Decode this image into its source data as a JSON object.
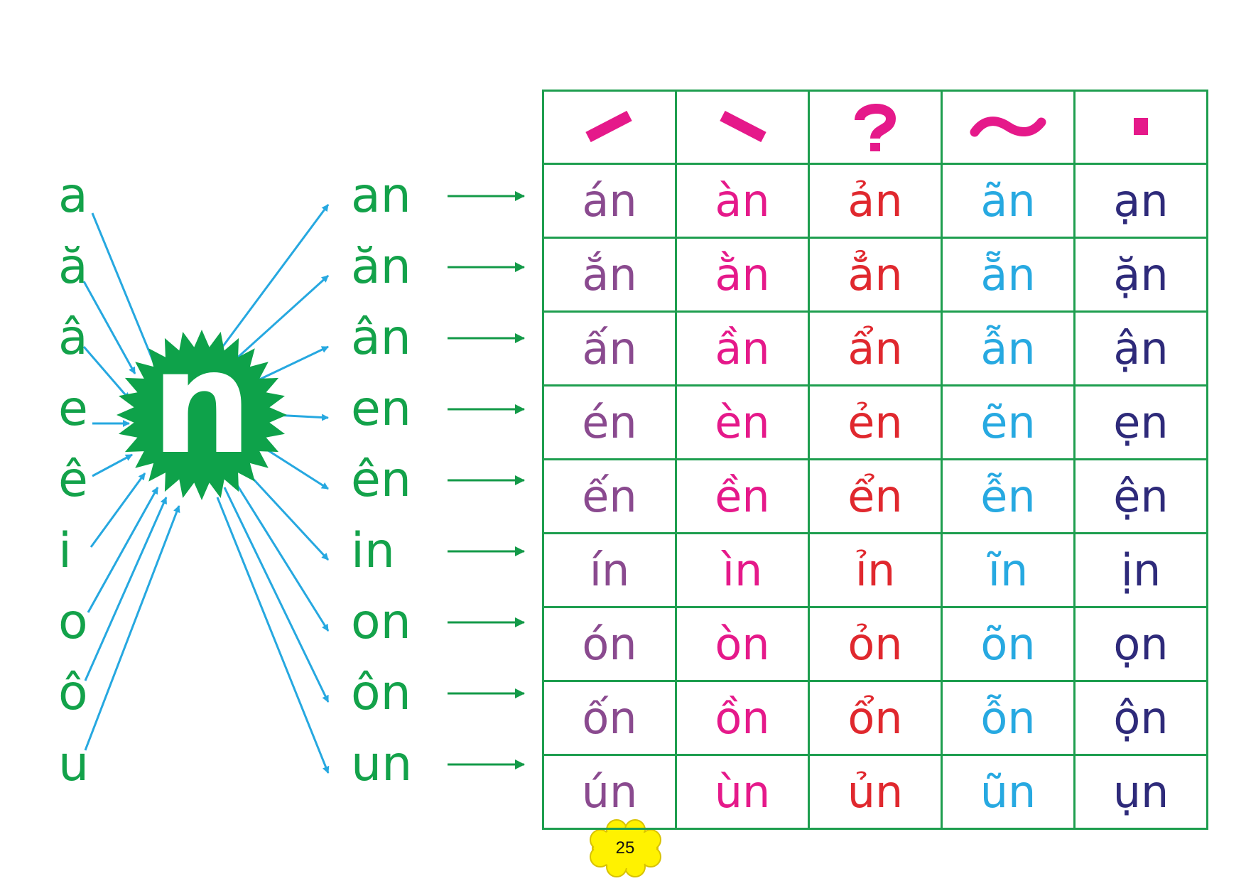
{
  "vowels": [
    "a",
    "ă",
    "â",
    "e",
    "ê",
    "i",
    "o",
    "ô",
    "u"
  ],
  "center_consonant": "n",
  "syllables": [
    "an",
    "ăn",
    "ân",
    "en",
    "ên",
    "in",
    "on",
    "ôn",
    "un"
  ],
  "tone_headers": [
    "sac-mark",
    "huyen-mark",
    "hoi-mark",
    "nga-mark",
    "nang-mark"
  ],
  "tone_colors": [
    "#8a4a8f",
    "#e5198a",
    "#e0282e",
    "#27a9e1",
    "#2e2a7a"
  ],
  "table_rows": [
    [
      "án",
      "àn",
      "ản",
      "ãn",
      "ạn"
    ],
    [
      "ắn",
      "ằn",
      "ẳn",
      "ẵn",
      "ặn"
    ],
    [
      "ấn",
      "ần",
      "ẩn",
      "ẫn",
      "ận"
    ],
    [
      "én",
      "èn",
      "ẻn",
      "ẽn",
      "ẹn"
    ],
    [
      "ến",
      "ền",
      "ển",
      "ễn",
      "ện"
    ],
    [
      "ín",
      "ìn",
      "ỉn",
      "ĩn",
      "ịn"
    ],
    [
      "ón",
      "òn",
      "ỏn",
      "õn",
      "ọn"
    ],
    [
      "ốn",
      "ồn",
      "ổn",
      "ỗn",
      "ộn"
    ],
    [
      "ún",
      "ùn",
      "ủn",
      "ũn",
      "ụn"
    ]
  ],
  "colors": {
    "green_text": "#13a24a",
    "green_burst": "#0ea24a",
    "arrow_blue": "#26a8e0",
    "arrow_green": "#139a48",
    "mark_pink": "#e5198a",
    "table_border": "#1e9e4f",
    "badge_yellow": "#fff200"
  },
  "page_number": "25"
}
